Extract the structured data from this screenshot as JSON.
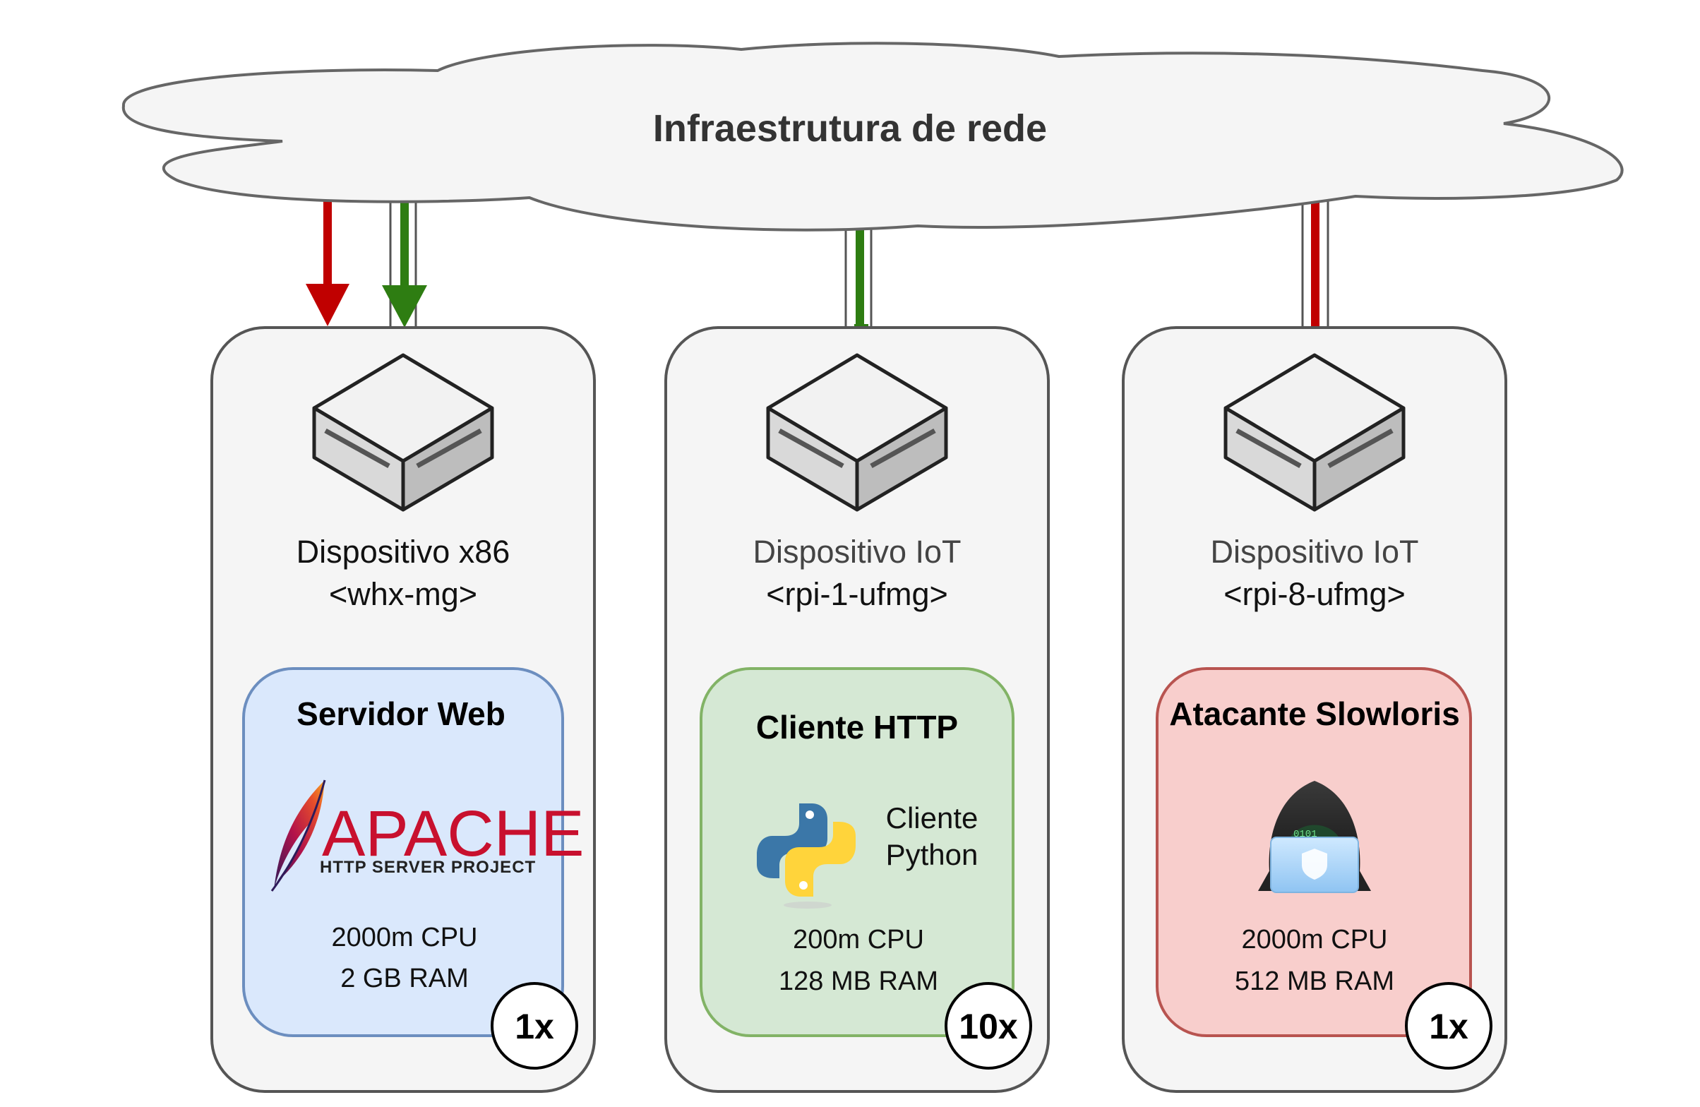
{
  "cloud": {
    "label": "Infraestrutura de rede"
  },
  "devices": [
    {
      "name": "Dispositivo x86",
      "host": "<whx-mg>",
      "service": {
        "title": "Servidor Web",
        "logo_text": "APACHE",
        "logo_subtext": "HTTP SERVER PROJECT",
        "cpu": "2000m CPU",
        "ram": "2 GB RAM",
        "replicas": "1x"
      }
    },
    {
      "name": "Dispositivo IoT",
      "host": "<rpi-1-ufmg>",
      "service": {
        "title": "Cliente HTTP",
        "logo_text": "Cliente Python",
        "cpu": "200m CPU",
        "ram": "128 MB RAM",
        "replicas": "10x"
      }
    },
    {
      "name": "Dispositivo IoT",
      "host": "<rpi-8-ufmg>",
      "service": {
        "title": "Atacante Slowloris",
        "cpu": "2000m CPU",
        "ram": "512 MB RAM",
        "replicas": "1x"
      }
    }
  ],
  "colors": {
    "attack_link": "#c00000",
    "legit_link": "#2e7d12",
    "server_box": "#dae8fc",
    "client_box": "#d5e8d4",
    "attacker_box": "#f8cecc"
  }
}
